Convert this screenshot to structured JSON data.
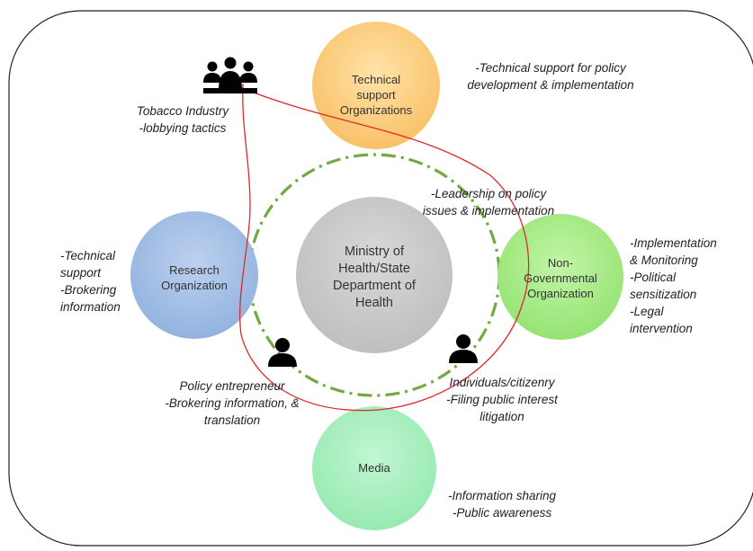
{
  "nodes": {
    "technical": {
      "lines": [
        "Technical",
        "support",
        "Organizations"
      ]
    },
    "research": {
      "lines": [
        "Research",
        "Organization"
      ]
    },
    "ministry": {
      "lines": [
        "Ministry of",
        "Health/State",
        "Department of",
        "Health"
      ]
    },
    "ngo": {
      "lines": [
        "Non-",
        "Governmental",
        "Organization"
      ]
    },
    "media": {
      "lines": [
        "Media"
      ]
    }
  },
  "annotations": {
    "tobacco": [
      "Tobacco Industry",
      "-lobbying tactics"
    ],
    "technical_support": [
      "-Technical support for policy",
      "development & implementation"
    ],
    "leadership": [
      "-Leadership on policy",
      "issues & implementation"
    ],
    "research_roles": [
      "-Technical",
      "support",
      "-Brokering",
      "information"
    ],
    "ngo_roles": [
      "-Implementation",
      "& Monitoring",
      "-Political",
      "sensitization",
      "-Legal",
      "intervention"
    ],
    "policy_entrepreneur": [
      "Policy entrepreneur",
      "-Brokering information, &",
      "translation"
    ],
    "individuals": [
      "Individuals/citizenry",
      "-Filing public interest",
      "litigation"
    ],
    "media_roles": [
      "-Information sharing",
      "-Public awareness"
    ]
  },
  "icons": {
    "tobacco": "group-people-icon",
    "entrepreneur": "person-icon",
    "citizen": "person-icon"
  },
  "colors": {
    "technical_fill": "#FBCB7C",
    "research_fill": "#A4BFE5",
    "ministry_fill": "#C9C9C9",
    "ngo_fill": "#A8EC8A",
    "media_fill": "#A8F0BE",
    "network_line": "#E0282C",
    "dashed_ring": "#72AA3F"
  }
}
